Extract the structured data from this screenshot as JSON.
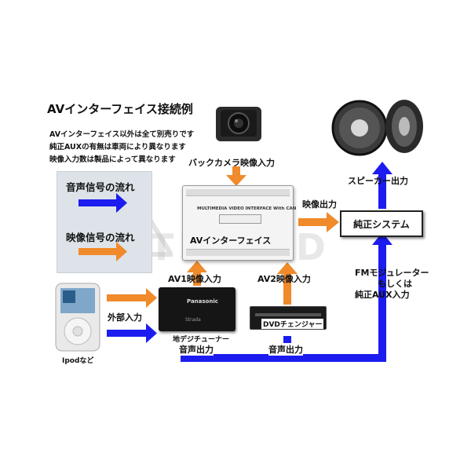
{
  "title": "AVインターフェイス接続例",
  "notes": [
    "AVインターフェイス以外は全て別売りです",
    "純正AUXの有無は車両により異なります",
    "映像入力数は製品によって異なります"
  ],
  "legend": {
    "audio": "音声信号の流れ",
    "video": "映像信号の流れ"
  },
  "labels": {
    "back_camera": "バックカメラ映像入力",
    "av_interface": "AVインターフェイス",
    "video_out": "映像出力",
    "pure_system": "純正システム",
    "speaker_out": "スピーカー出力",
    "fm_modulator": "FMモジュレーター",
    "or": "もしくは",
    "aux_in": "純正AUX入力",
    "av1_in": "AV1映像入力",
    "av2_in": "AV2映像入力",
    "ext_in": "外部入力",
    "tuner": "地デジチューナー",
    "dvd": "DVDチェンジャー",
    "audio_out_1": "音声出力",
    "audio_out_2": "音声出力",
    "ipod": "Ipodなど"
  },
  "device_text": {
    "panasonic": "Panasonic",
    "strada": "Strada",
    "av_header": "MULTIMEDIA VIDEO INTERFACE With CAN",
    "watermark": "TRIPOD"
  },
  "colors": {
    "audio": "#1c1cf0",
    "video": "#f08a2a"
  }
}
